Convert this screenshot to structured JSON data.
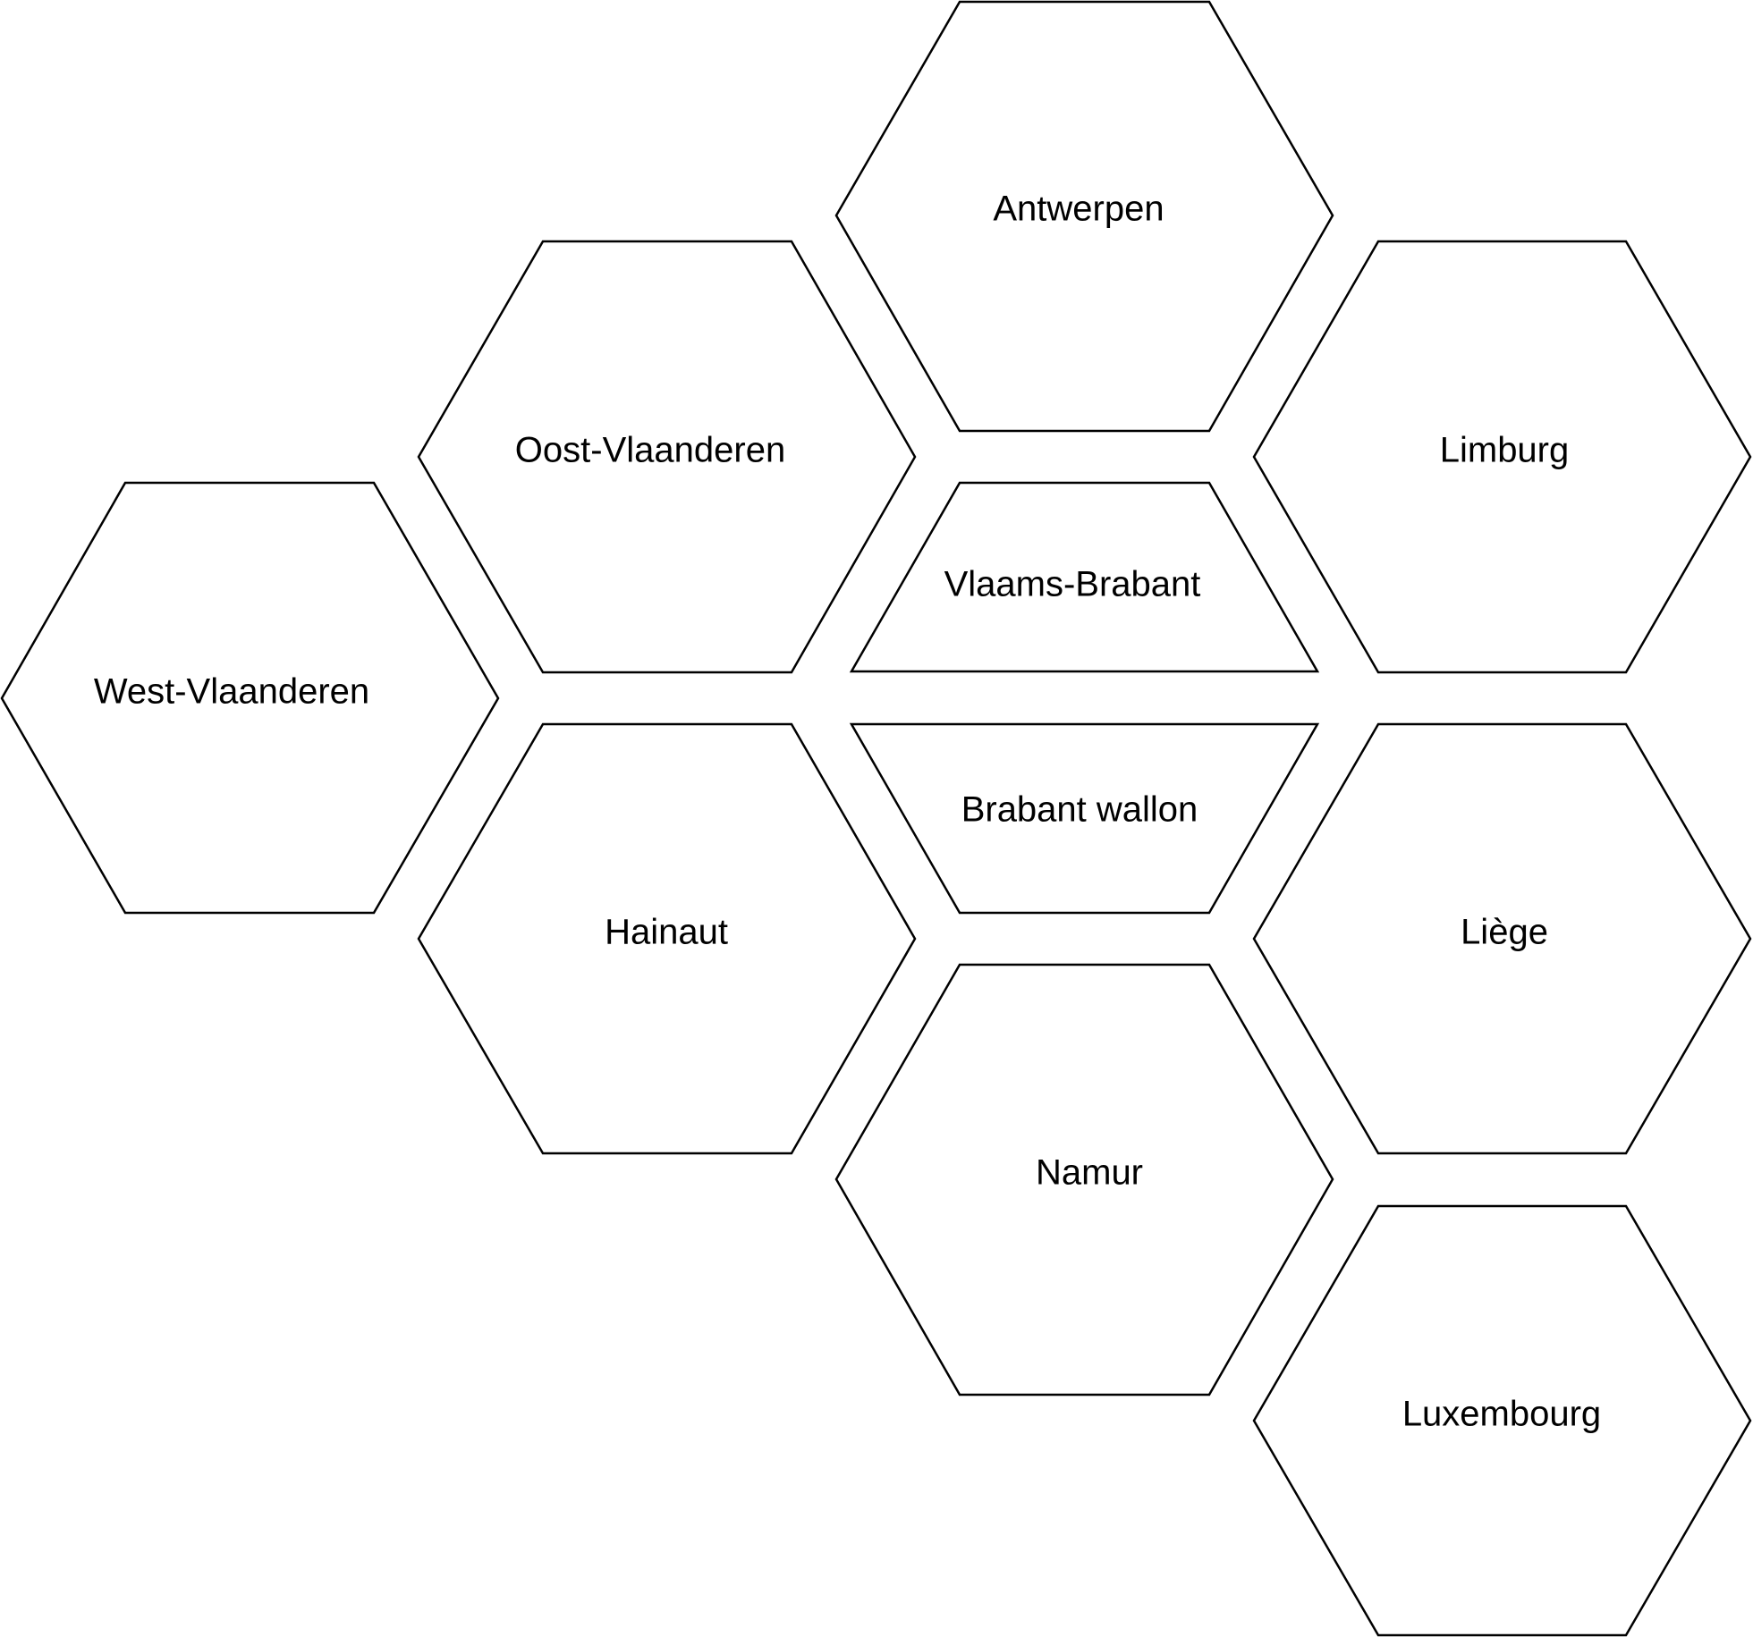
{
  "provinces": {
    "antwerpen": "Antwerpen",
    "oost_vlaanderen": "Oost-Vlaanderen",
    "limburg": "Limburg",
    "vlaams_brabant": "Vlaams-Brabant",
    "west_vlaanderen": "West-Vlaanderen",
    "brabant_wallon": "Brabant wallon",
    "hainaut": "Hainaut",
    "liege": "Liège",
    "namur": "Namur",
    "luxembourg": "Luxembourg"
  }
}
